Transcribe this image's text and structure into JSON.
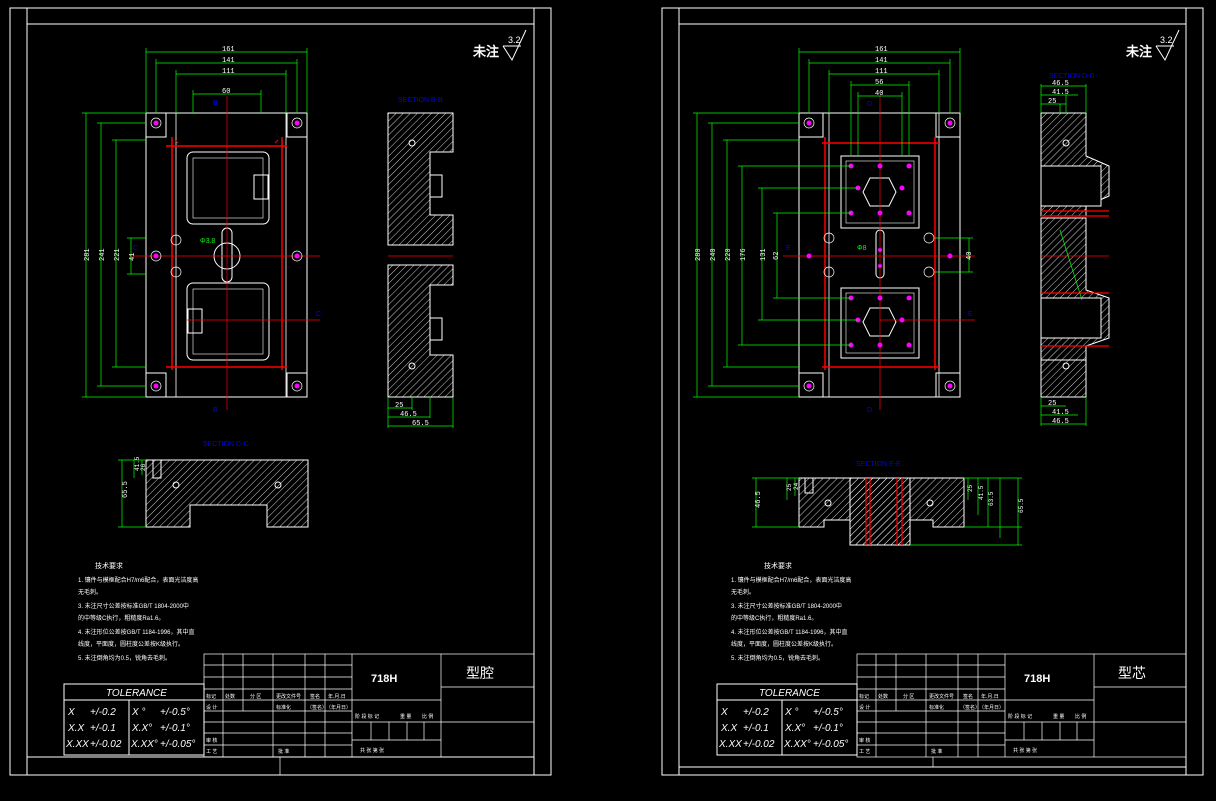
{
  "colors": {
    "background": "#000000",
    "outline": "#ffffff",
    "dimension": "#00ff00",
    "centerline": "#ff0000",
    "section_label": "#0000ff",
    "hole": "#ff00ff",
    "hatch": "#ffffff"
  },
  "left_sheet": {
    "surface_note": "未注",
    "roughness": "3.2",
    "dims_top": [
      "161",
      "141",
      "111",
      "60"
    ],
    "dims_left": [
      "281",
      "241",
      "221",
      "41"
    ],
    "section_side": "SECTION B-B",
    "section_side_dims": [
      "25",
      "46.5",
      "65.5"
    ],
    "section_bottom": "SECTION C-C",
    "section_bottom_dims": [
      "26",
      "41.5",
      "65.5"
    ],
    "hole_label": "Φ3.8",
    "notes_title": "技术要求",
    "notes": [
      "1. 镶件与模框配合H7/m6配合，表面光洁度高",
      "    无毛刺。",
      "3. 未注尺寸公差按标准GB/T 1804-2000中",
      "    的中等级C执行，粗糙度Ra1.6。",
      "4. 未注形位公差按GB/T 1184-1996，其中直",
      "    线度，平面度，圆柱度公差按K级执行。",
      "5. 未注倒角均为0.5，锐角去毛刺。"
    ],
    "tolerance": {
      "title": "TOLERANCE",
      "rows": [
        [
          "X",
          "+/-0.2",
          "X °",
          "+/-0.5°"
        ],
        [
          "X.X",
          "+/-0.1",
          "X.X°",
          "+/-0.1°"
        ],
        [
          "X.XX",
          "+/-0.02",
          "X.XX°",
          "+/-0.05°"
        ]
      ]
    },
    "title_block": {
      "material": "718H",
      "part_name": "型腔",
      "headers": [
        "标记",
        "处数",
        "分 区",
        "更改文件号",
        "签名",
        "年.月.日"
      ],
      "row2": [
        "设 计",
        "",
        "",
        "标准化",
        "（签名）",
        "（年月日）"
      ],
      "stage_labels": [
        "阶 段 标 记",
        "重 量",
        "比 例"
      ],
      "review": [
        "审 核",
        "工 艺"
      ],
      "approve": "批 准",
      "sheets": "共 张  第 张"
    }
  },
  "right_sheet": {
    "surface_note": "未注",
    "roughness": "3.2",
    "dims_top": [
      "161",
      "141",
      "111",
      "56",
      "40"
    ],
    "dims_left": [
      "280",
      "240",
      "220",
      "176",
      "131",
      "62",
      "40"
    ],
    "section_side": "SECTION D-D",
    "section_side_dims_top": [
      "46.5",
      "41.5",
      "25"
    ],
    "section_side_dims_bottom": [
      "25",
      "41.5",
      "46.5"
    ],
    "section_bottom": "SECTION E-E",
    "section_bottom_dims": [
      "46.5",
      "25",
      "24",
      "25",
      "41.5",
      "63.5",
      "65.5"
    ],
    "hole_label": "Φ8",
    "notes_title": "技术要求",
    "notes": [
      "1. 镶件与模框配合H7/m6配合，表面光洁度高",
      "    无毛刺。",
      "3. 未注尺寸公差按标准GB/T 1804-2000中",
      "    的中等级C执行，粗糙度Ra1.6。",
      "4. 未注形位公差按GB/T 1184-1996，其中直",
      "    线度，平面度，圆柱度公差按K级执行。",
      "5. 未注倒角均为0.5，锐角去毛刺。"
    ],
    "tolerance": {
      "title": "TOLERANCE",
      "rows": [
        [
          "X",
          "+/-0.2",
          "X °",
          "+/-0.5°"
        ],
        [
          "X.X",
          "+/-0.1",
          "X.X°",
          "+/-0.1°"
        ],
        [
          "X.XX",
          "+/-0.02",
          "X.XX°",
          "+/-0.05°"
        ]
      ]
    },
    "title_block": {
      "material": "718H",
      "part_name": "型芯",
      "headers": [
        "标记",
        "处数",
        "分 区",
        "更改文件号",
        "签名",
        "年.月.日"
      ],
      "row2": [
        "设 计",
        "",
        "",
        "标准化",
        "（签名）",
        "（年月日）"
      ],
      "stage_labels": [
        "阶 段 标 记",
        "重 量",
        "比 例"
      ],
      "review": [
        "审 核",
        "工 艺"
      ],
      "approve": "批 准",
      "sheets": "共 张  第 张"
    }
  }
}
